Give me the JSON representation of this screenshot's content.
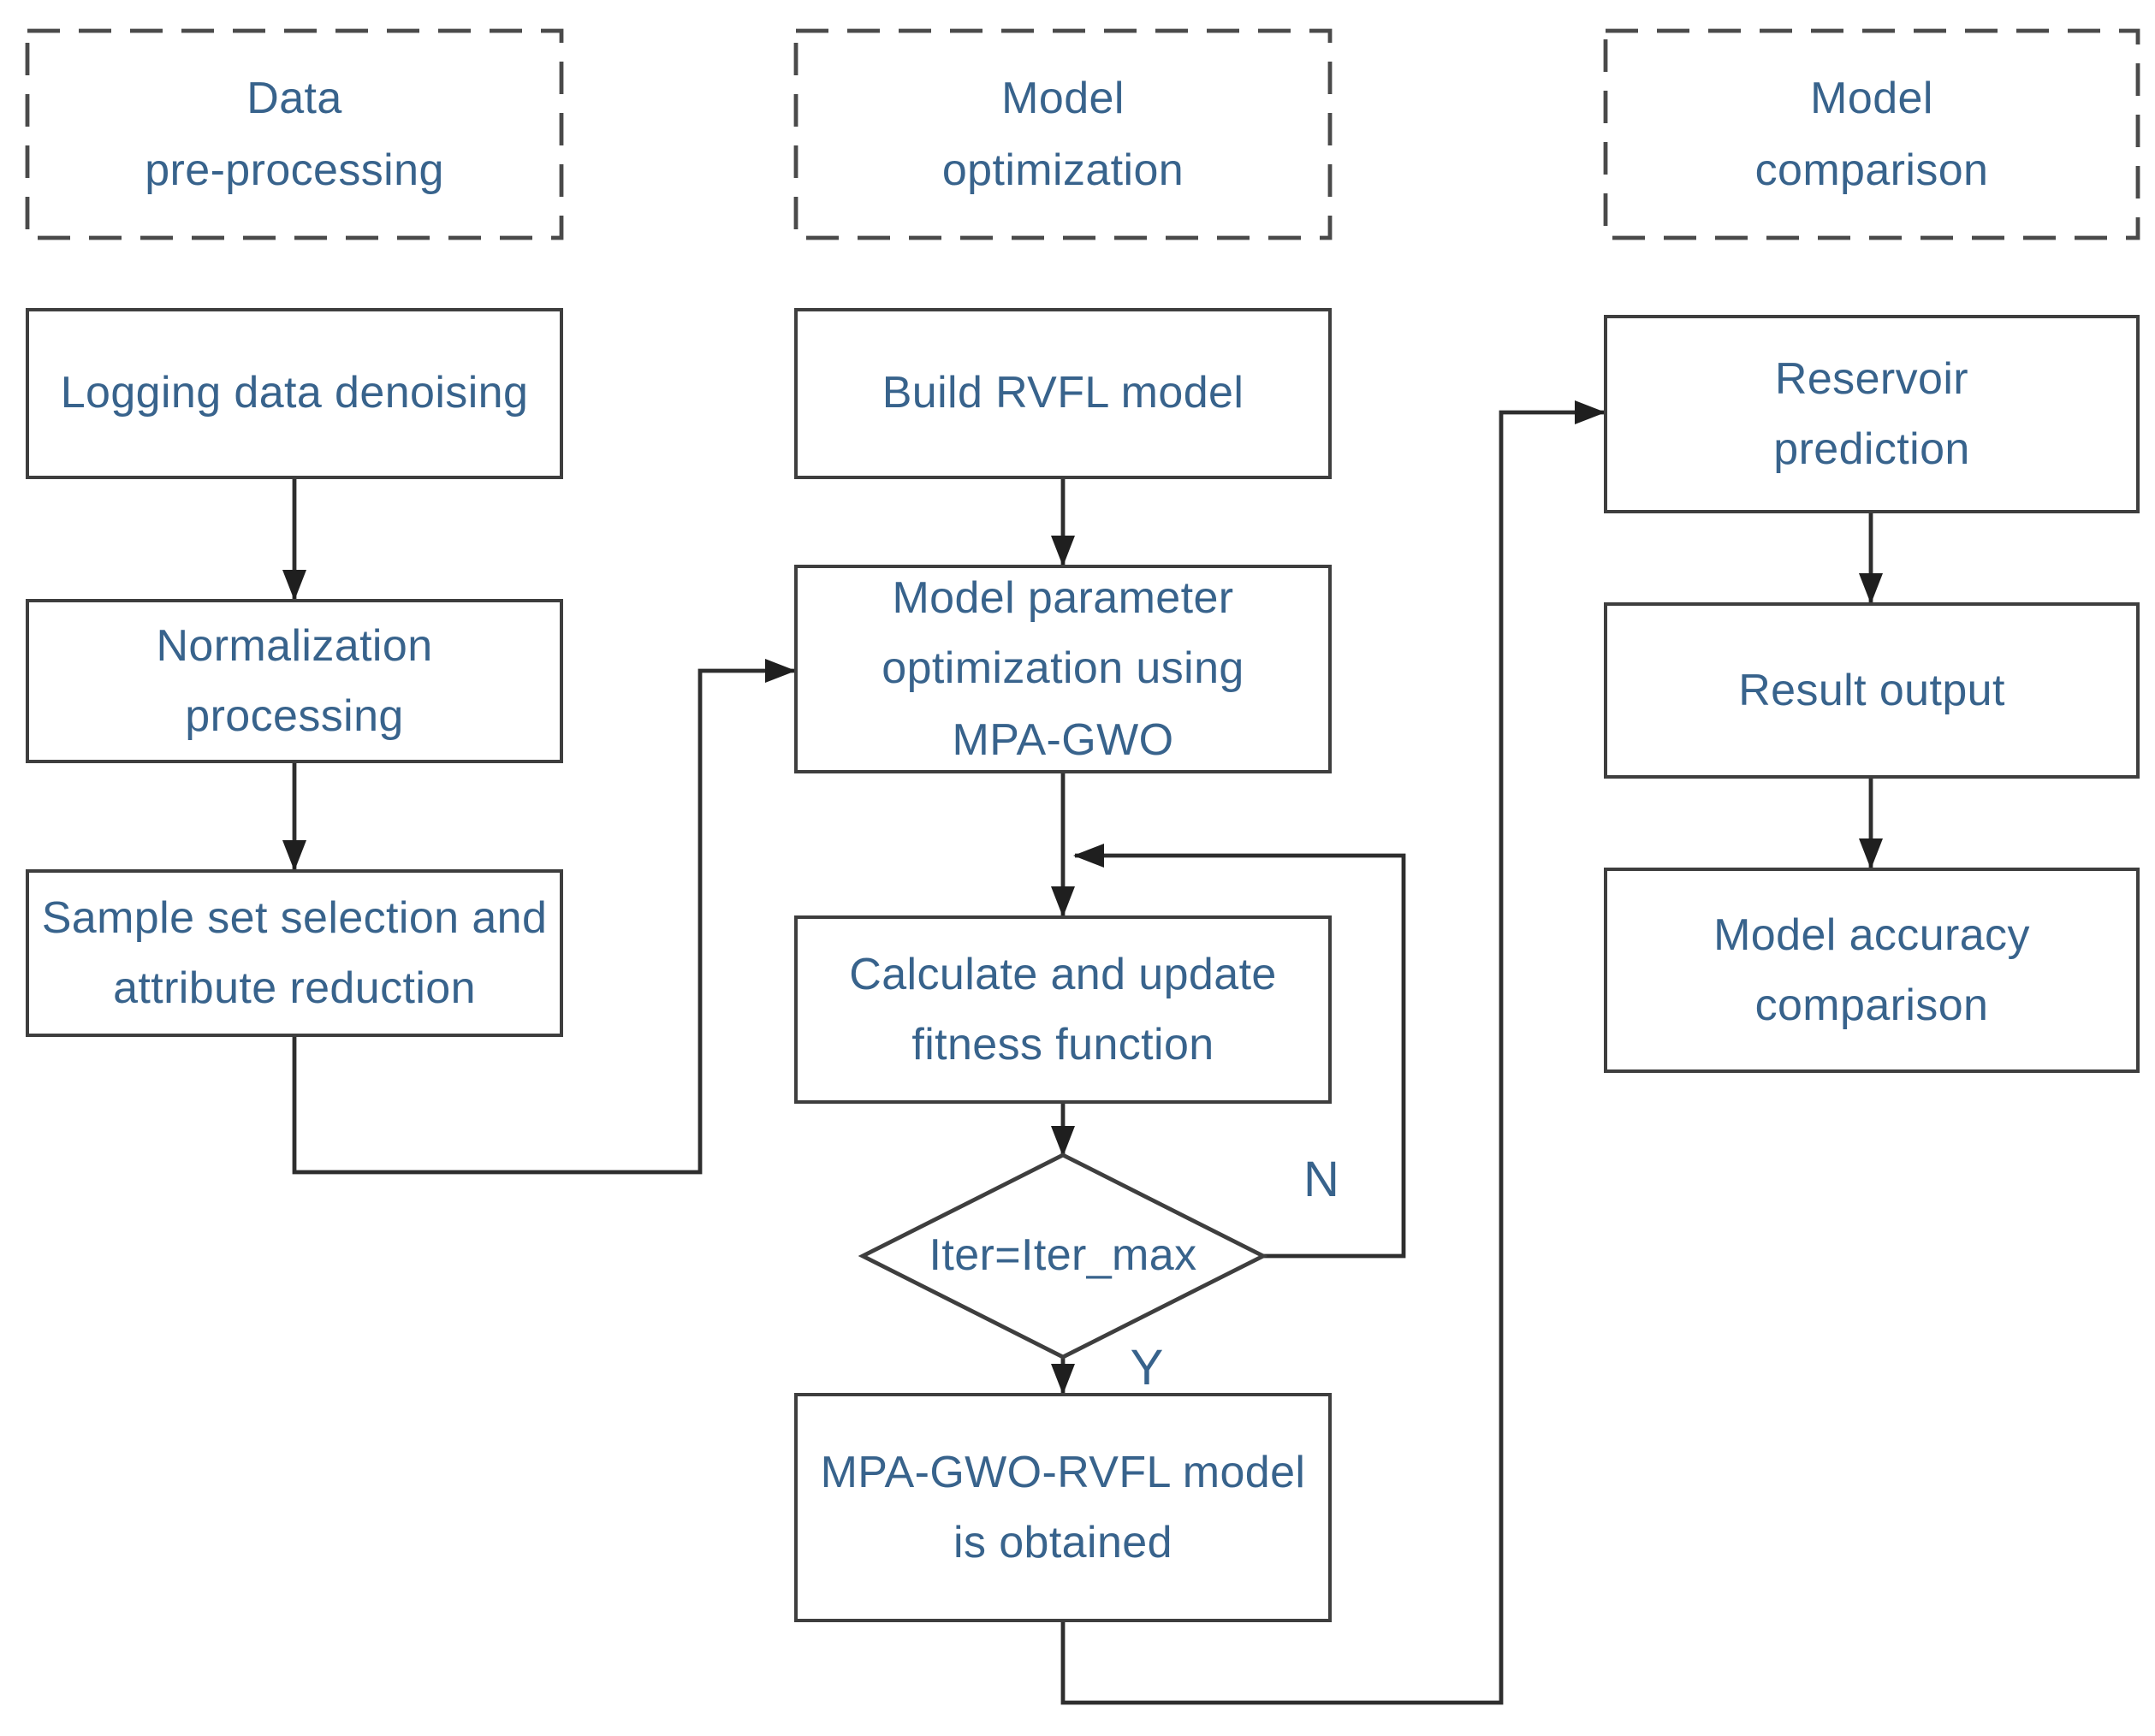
{
  "theme": {
    "text_color": "#38638c",
    "line_color": "#2e2e2e",
    "border_color": "#3e3e3e",
    "background": "#ffffff"
  },
  "diagram": {
    "headers": {
      "preprocessing": {
        "label": "Data\npre-processing"
      },
      "optimization": {
        "label": "Model\noptimization"
      },
      "comparison": {
        "label": "Model\ncomparison"
      }
    },
    "nodes": {
      "logging": {
        "label": "Logging data denoising"
      },
      "normalization": {
        "label": "Normalization\nprocessing"
      },
      "sample": {
        "label": "Sample set selection and\nattribute reduction"
      },
      "build": {
        "label": "Build RVFL model"
      },
      "modelparam": {
        "label": "Model parameter\noptimization using\nMPA-GWO"
      },
      "calculate": {
        "label": "Calculate and update\nfitness function"
      },
      "mpa": {
        "label": "MPA-GWO-RVFL model\nis obtained"
      },
      "reservoir": {
        "label": "Reservoir\nprediction"
      },
      "result": {
        "label": "Result output"
      },
      "accuracy": {
        "label": "Model accuracy\ncomparison"
      }
    },
    "decision": {
      "label": "Iter=Iter_max",
      "no_label": "N",
      "yes_label": "Y"
    }
  }
}
